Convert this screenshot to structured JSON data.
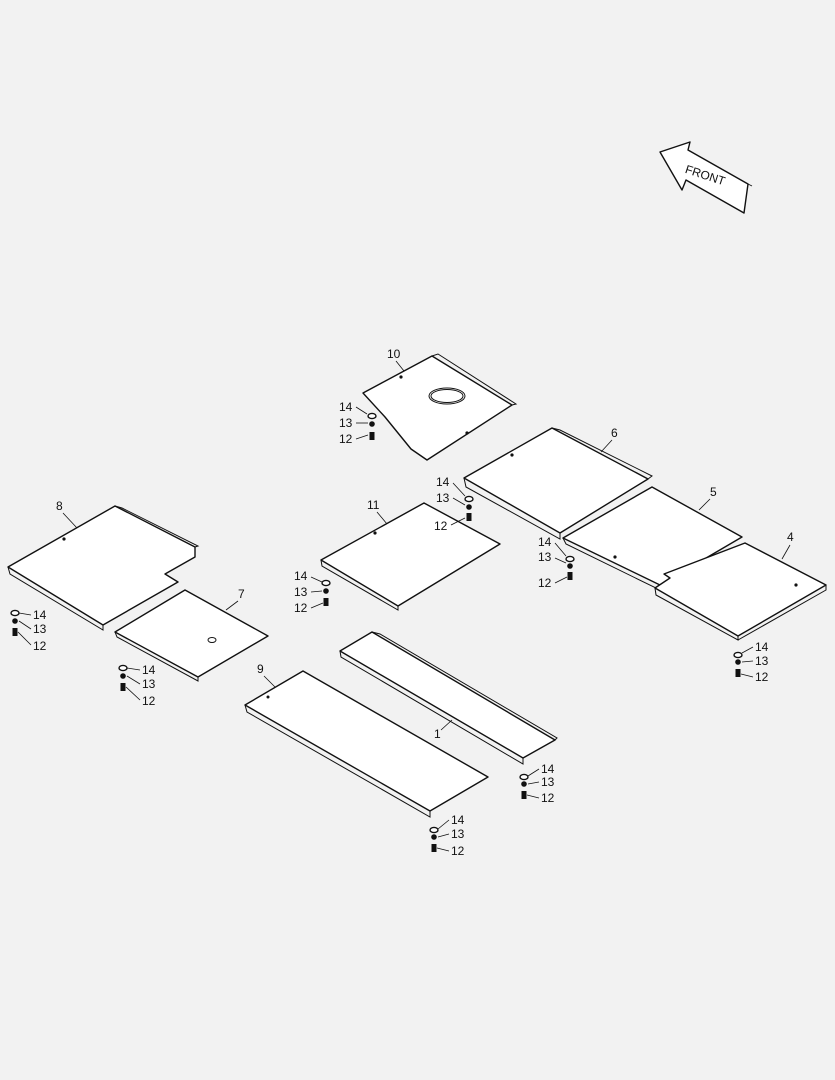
{
  "parts": [
    {
      "id": "1",
      "label": "1"
    },
    {
      "id": "4",
      "label": "4"
    },
    {
      "id": "5",
      "label": "5"
    },
    {
      "id": "6",
      "label": "6"
    },
    {
      "id": "7",
      "label": "7"
    },
    {
      "id": "8",
      "label": "8"
    },
    {
      "id": "9",
      "label": "9"
    },
    {
      "id": "10",
      "label": "10"
    },
    {
      "id": "11",
      "label": "11"
    }
  ],
  "hardware": {
    "bolt": "12",
    "washer": "13",
    "spacer": "14"
  },
  "front_arrow": {
    "text": "FRONT"
  }
}
